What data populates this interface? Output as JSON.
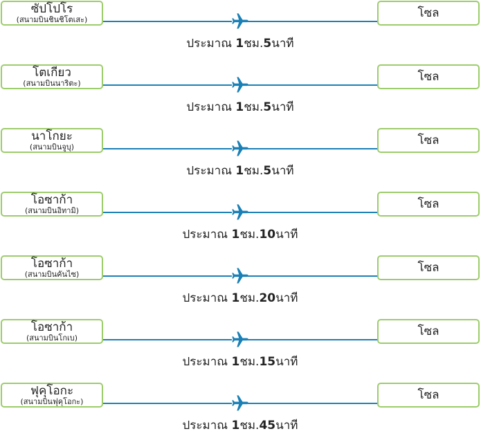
{
  "routes": [
    {
      "origin": {
        "name": "ซัปโปโร",
        "airport": "(สนามบินชินชิโตเสะ)"
      },
      "destination": "โซล",
      "duration": {
        "prefix": "ประมาณ ",
        "hours": "1",
        "hour_unit": "ชม.",
        "minutes": "5",
        "minute_unit": "นาที"
      }
    },
    {
      "origin": {
        "name": "โตเกียว",
        "airport": "(สนามบินนาริตะ)"
      },
      "destination": "โซล",
      "duration": {
        "prefix": "ประมาณ ",
        "hours": "1",
        "hour_unit": "ชม.",
        "minutes": "5",
        "minute_unit": "นาที"
      }
    },
    {
      "origin": {
        "name": "นาโกยะ",
        "airport": "(สนามบินจูบุ)"
      },
      "destination": "โซล",
      "duration": {
        "prefix": "ประมาณ ",
        "hours": "1",
        "hour_unit": "ชม.",
        "minutes": "5",
        "minute_unit": "นาที"
      }
    },
    {
      "origin": {
        "name": "โอซาก้า",
        "airport": "(สนามบินอิทามิ)"
      },
      "destination": "โซล",
      "duration": {
        "prefix": "ประมาณ ",
        "hours": "1",
        "hour_unit": "ชม.",
        "minutes": "10",
        "minute_unit": "นาที"
      }
    },
    {
      "origin": {
        "name": "โอซาก้า",
        "airport": "(สนามบินคันไซ)"
      },
      "destination": "โซล",
      "duration": {
        "prefix": "ประมาณ ",
        "hours": "1",
        "hour_unit": "ชม.",
        "minutes": "20",
        "minute_unit": "นาที"
      }
    },
    {
      "origin": {
        "name": "โอซาก้า",
        "airport": "(สนามบินโกเบ)"
      },
      "destination": "โซล",
      "duration": {
        "prefix": "ประมาณ ",
        "hours": "1",
        "hour_unit": "ชม.",
        "minutes": "15",
        "minute_unit": "นาที"
      }
    },
    {
      "origin": {
        "name": "ฟุคุโอกะ",
        "airport": "(สนามบินฟุคุโอกะ)"
      },
      "destination": "โซล",
      "duration": {
        "prefix": "ประมาณ ",
        "hours": "1",
        "hour_unit": "ชม.",
        "minutes": "45",
        "minute_unit": "นาที"
      }
    }
  ],
  "colors": {
    "box_border": "#9ccc6a",
    "route_line": "#1a80b6",
    "plane": "#1a80b6",
    "text": "#222222"
  },
  "icons": {
    "plane": "airplane-icon"
  }
}
